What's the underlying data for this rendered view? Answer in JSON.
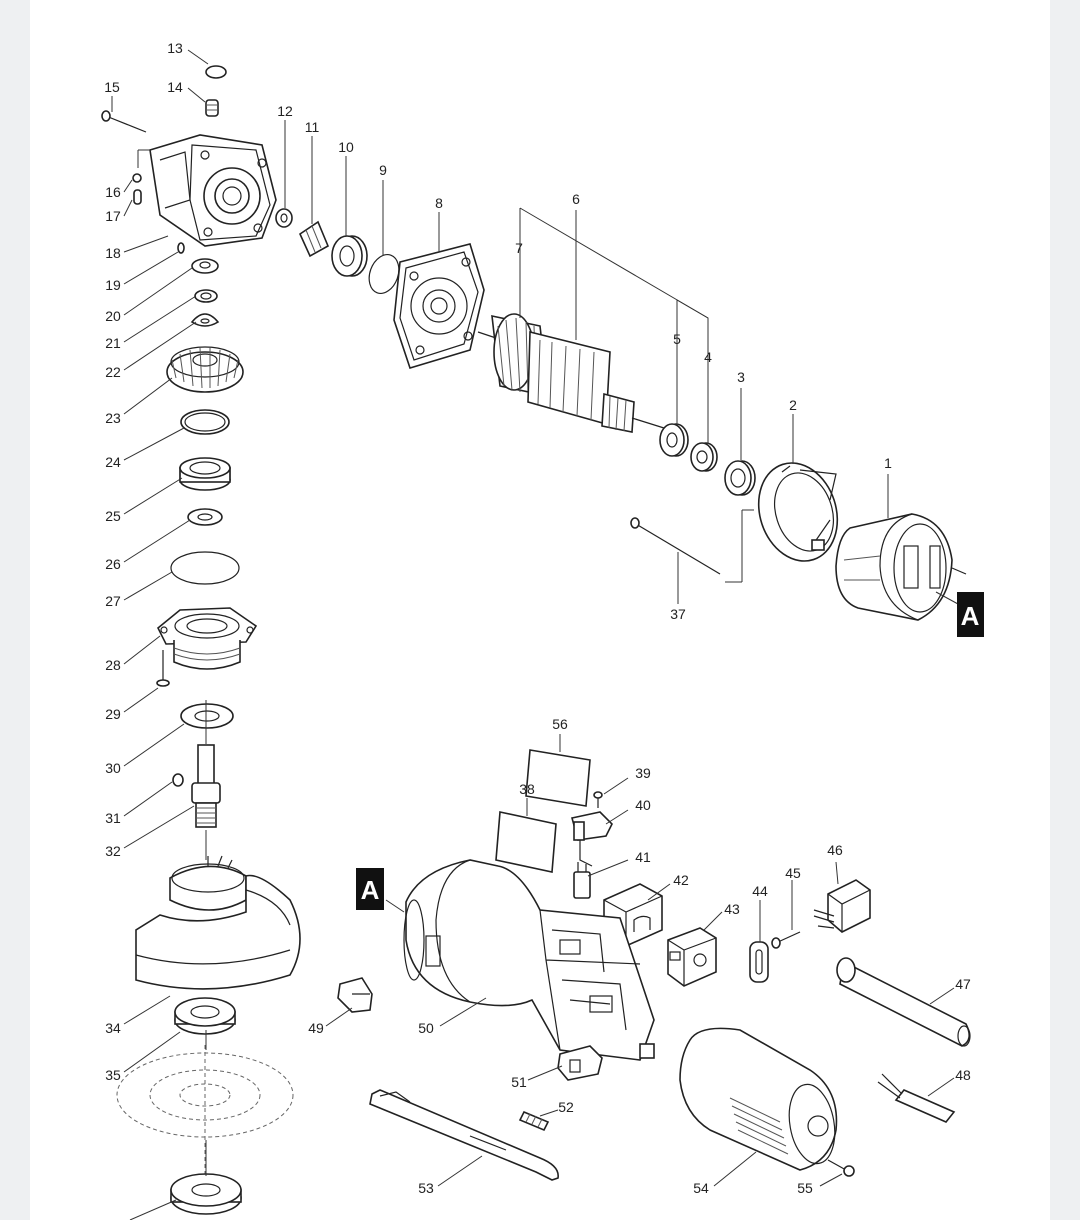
{
  "diagram": {
    "marker": "A",
    "parts": [
      "1",
      "2",
      "3",
      "4",
      "5",
      "6",
      "7",
      "8",
      "9",
      "10",
      "11",
      "12",
      "13",
      "14",
      "15",
      "16",
      "17",
      "18",
      "19",
      "20",
      "21",
      "22",
      "23",
      "24",
      "25",
      "26",
      "27",
      "28",
      "29",
      "30",
      "31",
      "32",
      "34",
      "35",
      "37",
      "38",
      "39",
      "40",
      "41",
      "42",
      "43",
      "44",
      "45",
      "46",
      "47",
      "48",
      "49",
      "50",
      "51",
      "52",
      "53",
      "54",
      "55",
      "56"
    ]
  }
}
